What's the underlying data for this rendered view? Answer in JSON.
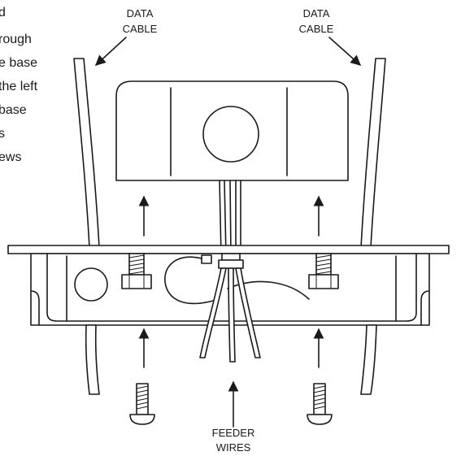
{
  "note_lines": [
    "d",
    "rough",
    "e base",
    "the left",
    "base",
    "s",
    "ews"
  ],
  "labels": {
    "data_cable_left": [
      "DATA",
      "CABLE"
    ],
    "data_cable_right": [
      "DATA",
      "CABLE"
    ],
    "feeder_wires": [
      "FEEDER",
      "WIRES"
    ]
  },
  "colors": {
    "ink": "#1a1a1a",
    "paper": "#ffffff"
  }
}
